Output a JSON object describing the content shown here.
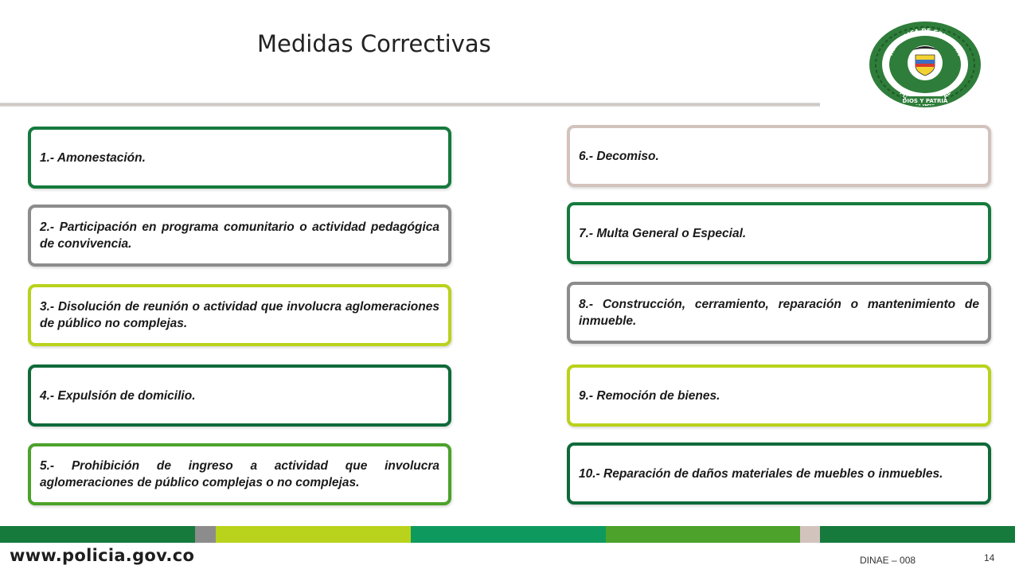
{
  "title": "Medidas Correctivas",
  "left_items": [
    {
      "text": "1.- Amonestación.",
      "color": "#157a3c"
    },
    {
      "text": "2.- Participación en programa comunitario o actividad pedagógica de convivencia.",
      "color": "#8c8c8c"
    },
    {
      "text": "3.- Disolución de reunión o actividad que involucra aglomeraciones de público no complejas.",
      "color": "#b9d21c"
    },
    {
      "text": "4.- Expulsión de domicilio.",
      "color": "#0f6a3a"
    },
    {
      "text": "5.- Prohibición de ingreso a actividad que involucra aglomeraciones de público complejas o no complejas.",
      "color": "#4ca22a"
    }
  ],
  "right_items": [
    {
      "text": "6.- Decomiso.",
      "color": "#d3c3bd"
    },
    {
      "text": "7.- Multa General o Especial.",
      "color": "#157a3c"
    },
    {
      "text": "8.- Construcción, cerramiento, reparación o mantenimiento de inmueble.",
      "color": "#8c8c8c"
    },
    {
      "text": "9.- Remoción de bienes.",
      "color": "#b9d21c"
    },
    {
      "text": "10.- Reparación de daños materiales de muebles o inmuebles.",
      "color": "#0f6a3a"
    }
  ],
  "logo": {
    "top_text": "REPUBLICA DE COLOMBIA",
    "mid_text": "POLICIA NACIONAL",
    "bottom_text": "DIOS Y PATRIA"
  },
  "footer": {
    "url": "www.policia.gov.co",
    "code": "DINAE – 008",
    "page": "14",
    "bar_colors": [
      "#157a3c",
      "#8c8c8c",
      "#b9d21c",
      "#0e9a5e",
      "#4ca22a",
      "#d3c3bd",
      "#157a3c"
    ]
  }
}
